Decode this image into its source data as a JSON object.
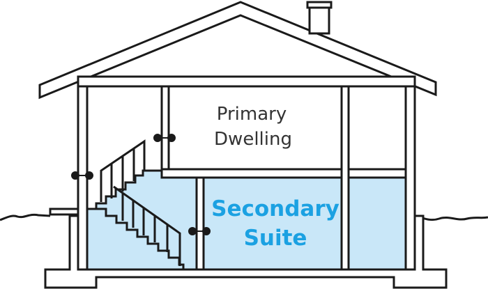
{
  "labels": {
    "primary_line1": "Primary",
    "primary_line2": "Dwelling",
    "secondary_line1": "Secondary",
    "secondary_line2": "Suite"
  },
  "colors": {
    "suite_fill": "#c9e7f8",
    "suite_text": "#1ba1e2",
    "outline": "#1a1a1a"
  }
}
